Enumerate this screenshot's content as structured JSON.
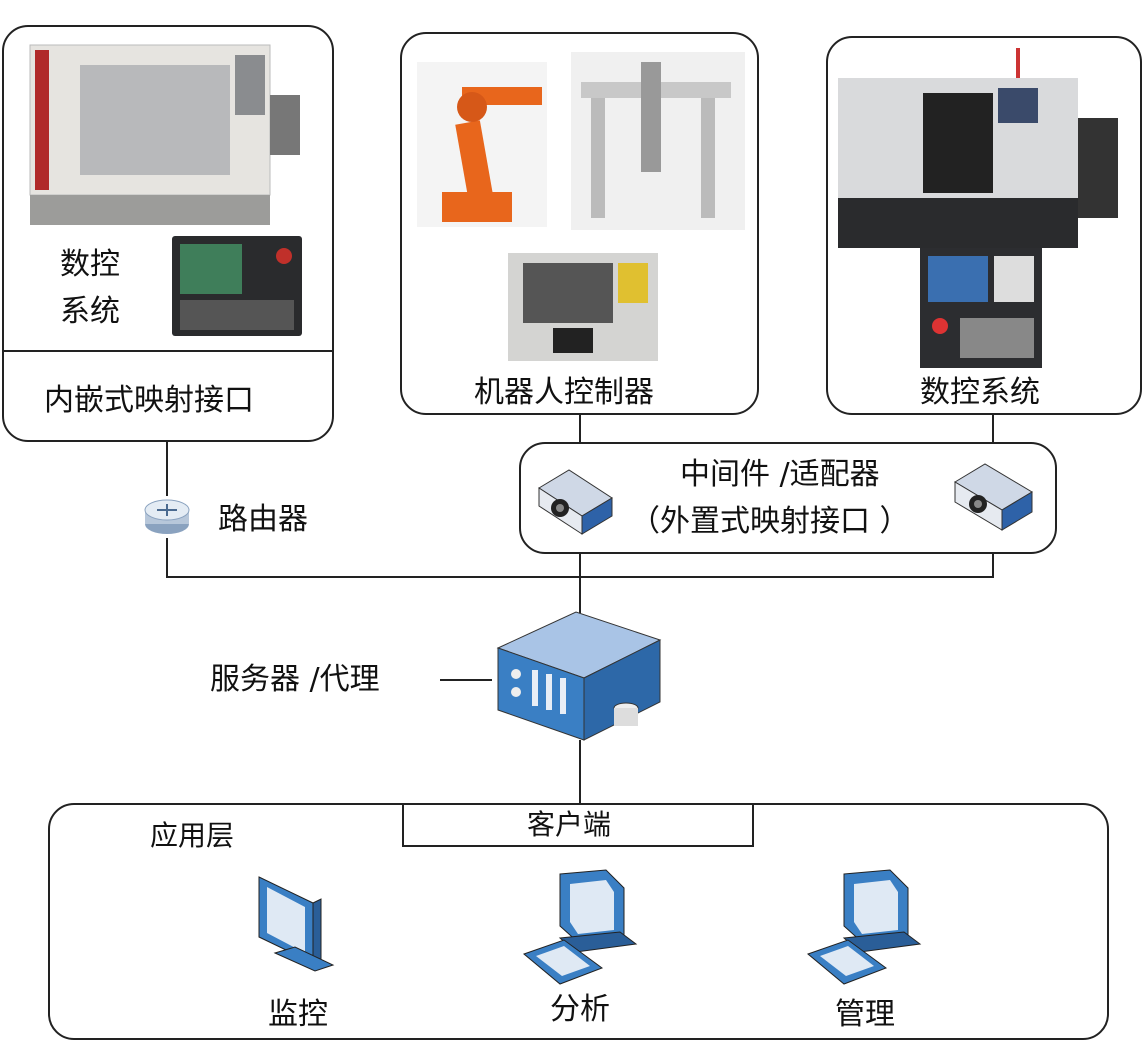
{
  "nodes": {
    "cnc_left": {
      "label_top": "数控",
      "label_bottom": "系统",
      "interface": "内嵌式映射接口"
    },
    "robot": {
      "label": "机器人控制器"
    },
    "cnc_right": {
      "label": "数控系统"
    },
    "middleware": {
      "line1": "中间件 /适配器",
      "line2": "（外置式映射接口 ）"
    },
    "router": {
      "label": "路由器"
    },
    "server": {
      "label": "服务器 /代理"
    },
    "application": {
      "layer_label": "应用层",
      "client_label": "客户端",
      "items": [
        {
          "label": "监控"
        },
        {
          "label": "分析"
        },
        {
          "label": "管理"
        }
      ]
    }
  },
  "colors": {
    "line": "#222222",
    "device_blue": "#3a7fc4",
    "robot_orange": "#e8661c"
  }
}
